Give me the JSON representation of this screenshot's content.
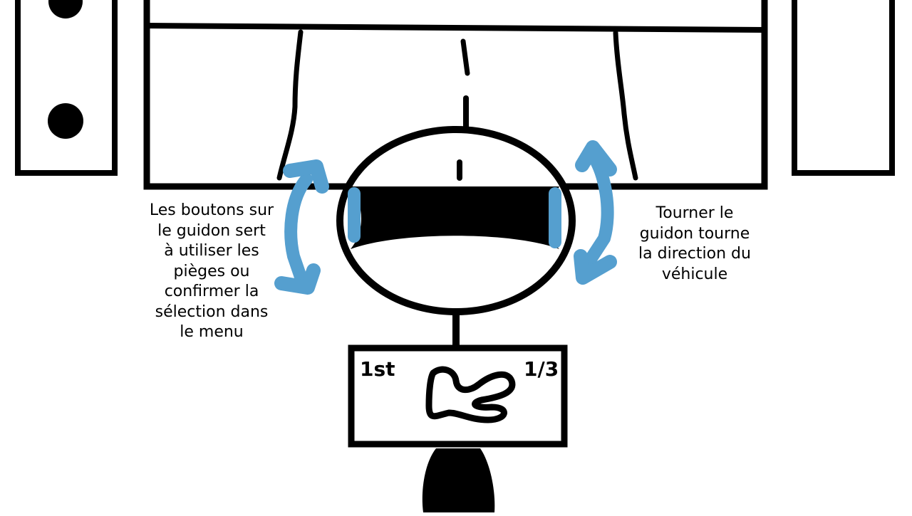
{
  "colors": {
    "ink": "#000000",
    "arrow": "#559fcf",
    "background": "#ffffff"
  },
  "icons": {
    "steering_wheel": "steering-wheel-icon",
    "rotate_arrow": "curved-double-arrow-icon",
    "track_map": "track-map-icon"
  },
  "captions": {
    "buttons": "Les boutons sur\nle guidon sert\nà utiliser les\npièges ou\nconfirmer la\nsélection dans\nle menu",
    "steering": "Tourner le\nguidon tourne\nla direction du\nvéhicule"
  },
  "hud": {
    "position": "1st",
    "lap": "1/3"
  }
}
